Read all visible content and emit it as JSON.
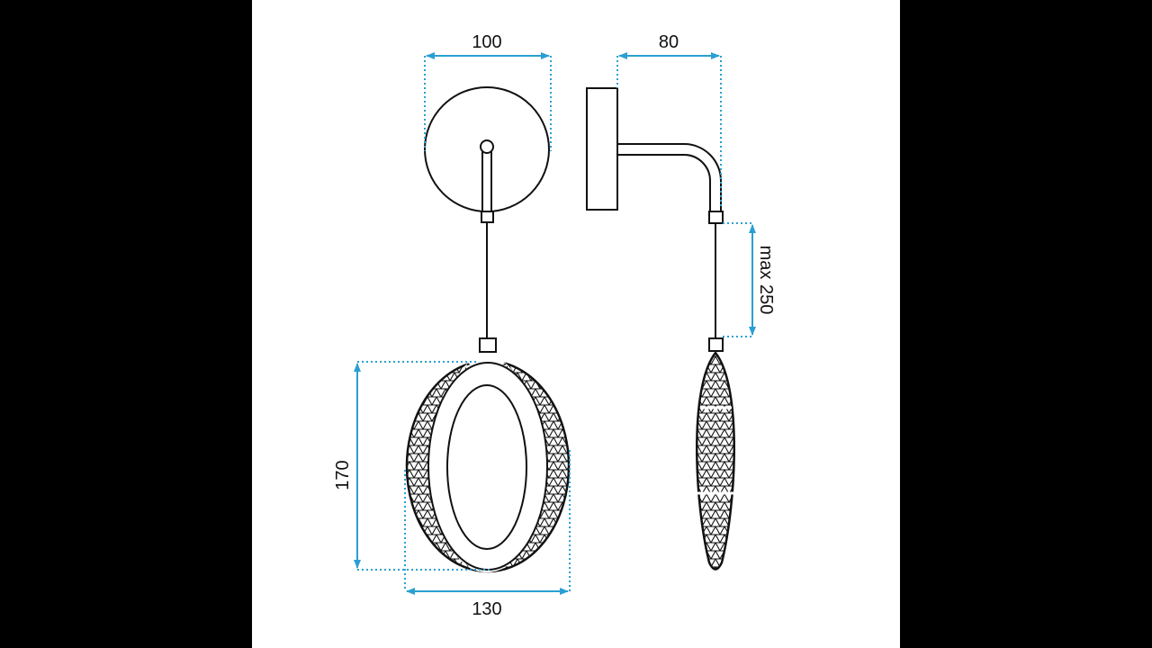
{
  "dimensions": {
    "front_width": "100",
    "side_depth": "80",
    "cable_length": "max 250",
    "pendant_height": "170",
    "pendant_width": "130"
  },
  "colors": {
    "dimension_line": "#2b9fd2",
    "outline": "#111111",
    "background": "#ffffff",
    "letterbox": "#000000"
  }
}
